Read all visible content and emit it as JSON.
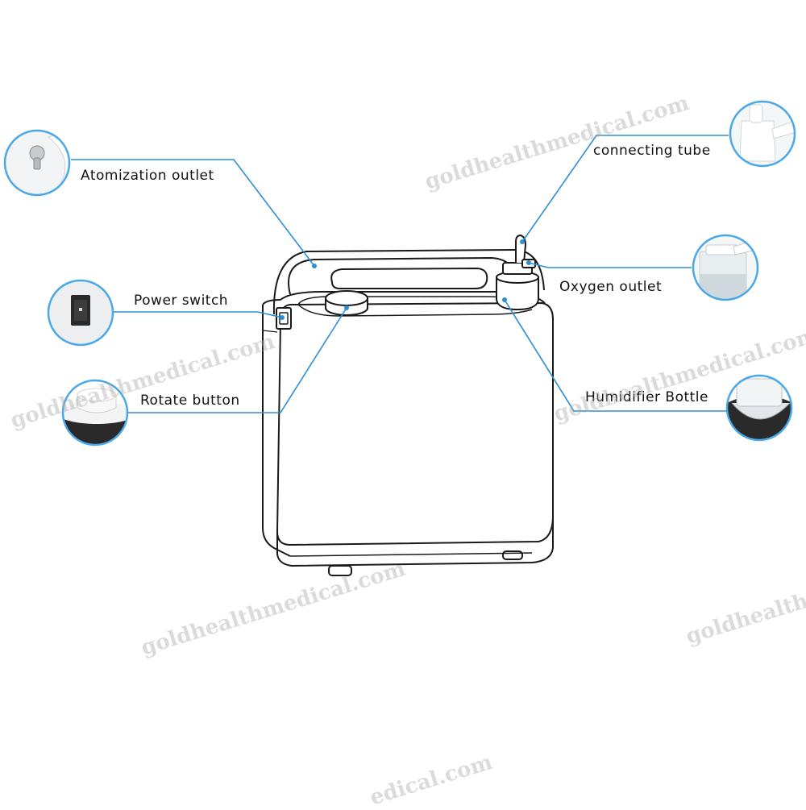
{
  "labels": {
    "atomization_outlet": "Atomization outlet",
    "power_switch": "Power switch",
    "rotate_button": "Rotate button",
    "connecting_tube": "connecting tube",
    "oxygen_outlet": "Oxygen outlet",
    "humidifier_bottle": "Humidifier Bottle"
  },
  "watermark": {
    "text_full": "goldhealthmedical.com",
    "text_partial_right": "goldhealthm",
    "text_partial_bottom": "edical.com"
  },
  "colors": {
    "leader_line": "#2a8fd6",
    "callout_ring": "#4aa8e8",
    "device_outline": "#1a1a1a",
    "label_text": "#111111",
    "watermark": "#aaaaaa"
  }
}
